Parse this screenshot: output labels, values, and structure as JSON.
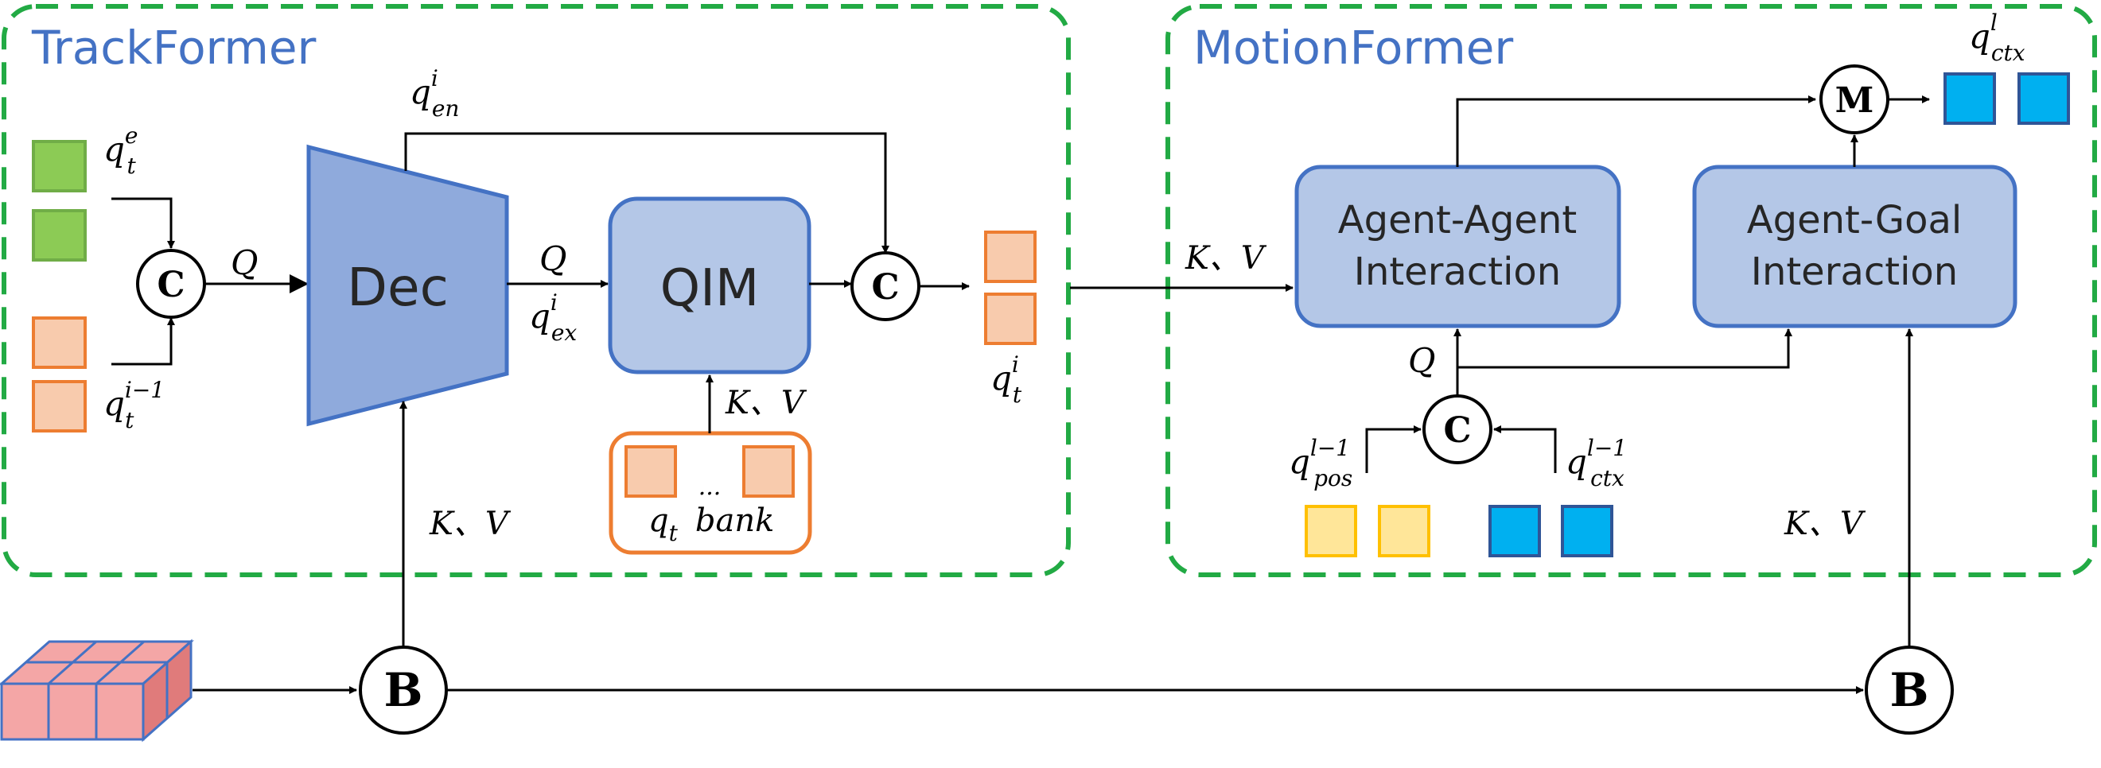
{
  "trackformer": {
    "title": "TrackFormer",
    "dec_label": "Dec",
    "qim_label": "QIM",
    "q_label_concat": "Q",
    "q_label_dec": "Q",
    "kv_dec": "K、V",
    "kv_bank": "K、V",
    "q_e": {
      "base": "q",
      "sup": "e",
      "sub": "t"
    },
    "q_prev": {
      "base": "q",
      "sup": "i−1",
      "sub": "t"
    },
    "q_en": {
      "base": "q",
      "sup": "i",
      "sub": "en"
    },
    "q_ex": {
      "base": "q",
      "sup": "i",
      "sub": "ex"
    },
    "q_out": {
      "base": "q",
      "sup": "i",
      "sub": "t"
    },
    "bank": {
      "q_base": "q",
      "q_sub": "t",
      "word": "bank",
      "dots": "..."
    }
  },
  "motionformer": {
    "title": "MotionFormer",
    "agent_agent_line1": "Agent-Agent",
    "agent_agent_line2": "Interaction",
    "agent_goal_line1": "Agent-Goal",
    "agent_goal_line2": "Interaction",
    "kv_input": "K、V",
    "q_label": "Q",
    "kv_bottom": "K、V",
    "q_pos": {
      "base": "q",
      "sup": "l−1",
      "sub": "pos"
    },
    "q_ctx_in": {
      "base": "q",
      "sup": "l−1",
      "sub": "ctx"
    },
    "q_ctx_out": {
      "base": "q",
      "sup": "l",
      "sub": "ctx"
    }
  },
  "operators": {
    "concat": "C",
    "bev": "B",
    "merge": "M"
  },
  "colors": {
    "dashed_border": "#22AA44",
    "title_blue": "#4472C4",
    "block_fill": "#B4C7E7",
    "block_stroke": "#4472C4",
    "green_query": "#8CCB55",
    "orange_query": "#F8CBAD",
    "orange_stroke": "#ED7D31",
    "yellow_query": "#FFE699",
    "yellow_stroke": "#FFC000",
    "blue_query": "#00B0F0",
    "bev_fill": "#F4A6A6"
  }
}
